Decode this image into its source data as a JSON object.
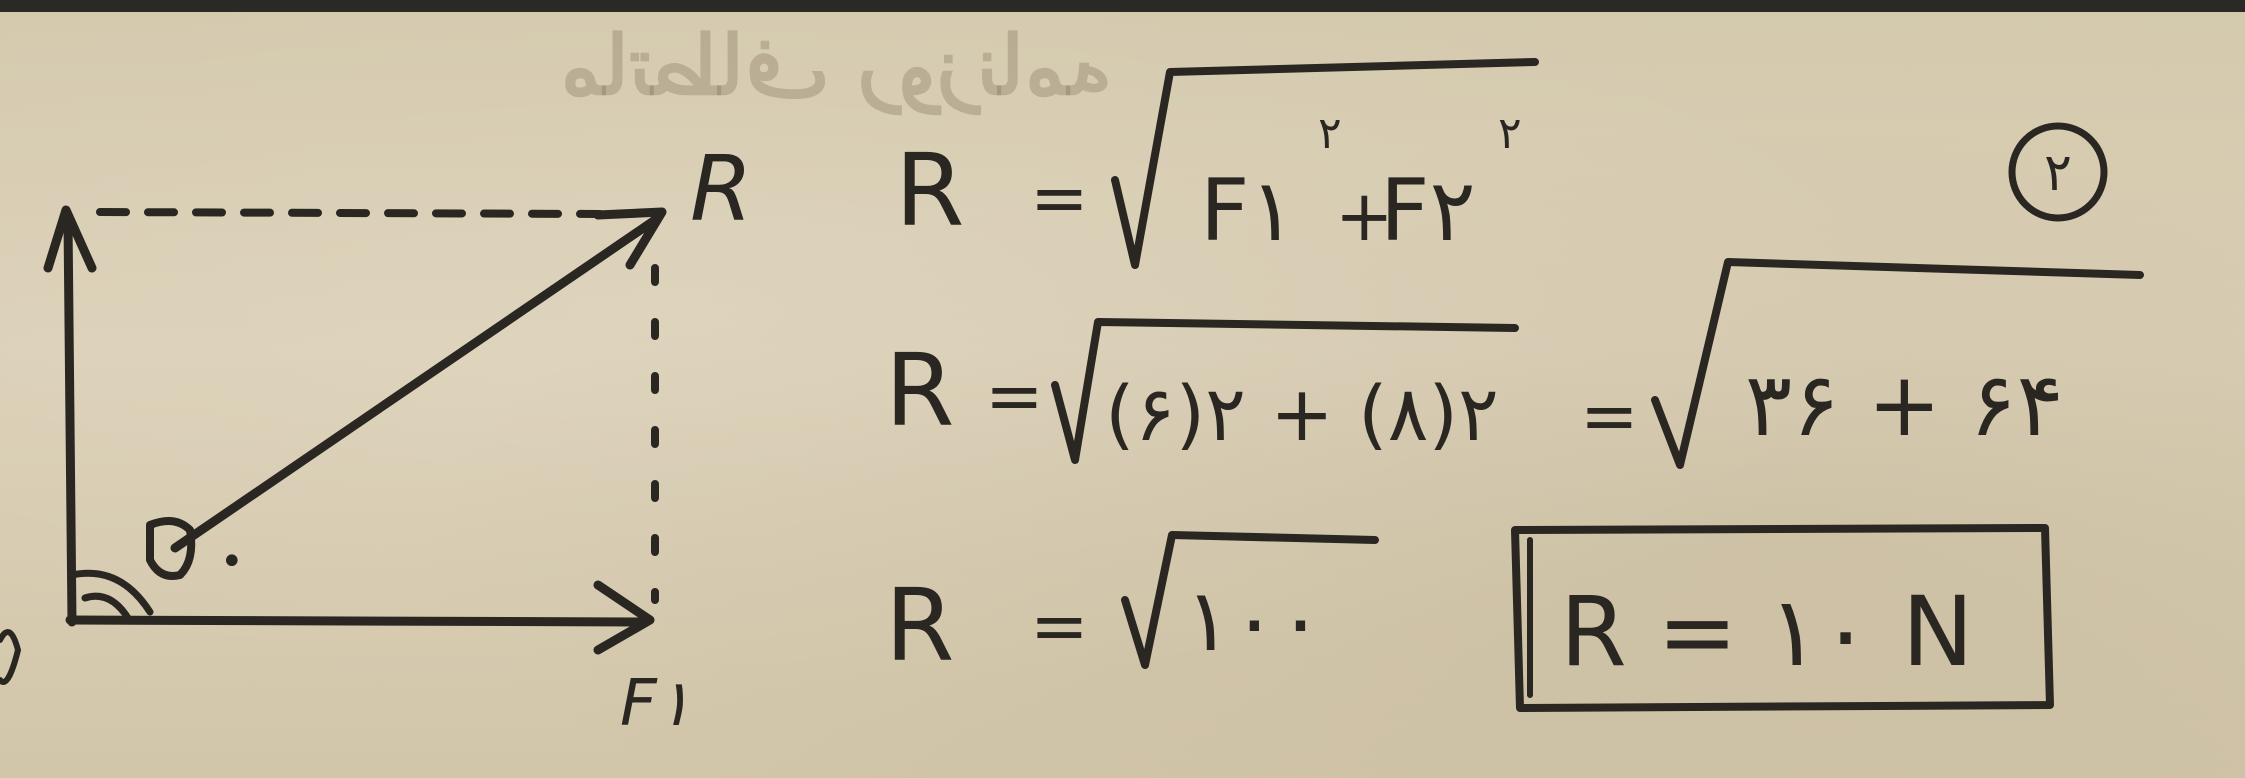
{
  "problem_number": "۲",
  "diagram": {
    "resultant_label": "R",
    "force_label": "F۱",
    "dot_symbol": "•"
  },
  "equations": {
    "line1": {
      "lhs": "R",
      "eq": "=",
      "rad_terms": [
        "F۱",
        "۲",
        "+",
        "F۲",
        "۲"
      ]
    },
    "line2": {
      "lhs": "R",
      "eq": "=",
      "rad1": "(۶)۲ + (۸)۲",
      "eq2": "=",
      "rad2": "۳۶ + ۶۴"
    },
    "line3": {
      "lhs": "R",
      "eq": "=",
      "rad": "۱۰۰"
    },
    "answer": "R = ۱۰ N"
  },
  "bleed_text": "ماتطاف روزنامه"
}
